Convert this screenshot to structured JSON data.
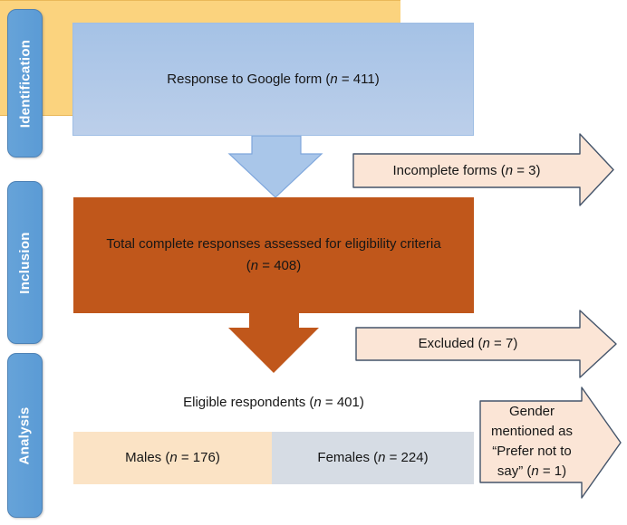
{
  "figure": {
    "type": "study flow diagram",
    "stages": [
      {
        "label": "Identification"
      },
      {
        "label": "Inclusion"
      },
      {
        "label": "Analysis"
      }
    ],
    "flow": {
      "top_box": {
        "before": "Response to Google form (",
        "n": "n",
        "after": " = 411)"
      },
      "incomplete_arrow": {
        "before": "Incomplete forms (",
        "n": "n",
        "after": " = 3)"
      },
      "middle_box": {
        "line1": "Total complete responses assessed for eligibility criteria",
        "before": "(",
        "n": "n",
        "after": " = 408)"
      },
      "excluded_arrow": {
        "before": "Excluded (",
        "n": "n",
        "after": " = 7)"
      },
      "eligible_box": {
        "before": "Eligible respondents (",
        "n": "n",
        "after": " = 401)"
      },
      "males_box": {
        "before": "Males (",
        "n": "n",
        "after": " = 176)"
      },
      "females_box": {
        "before": "Females (",
        "n": "n",
        "after": " = 224)"
      },
      "gender_arrow": {
        "before": "Gender mentioned as “Prefer not to say” (",
        "n": "n",
        "after": " = 1)"
      }
    },
    "counts": {
      "responses": 411,
      "incomplete": 3,
      "complete_assessed": 408,
      "excluded": 7,
      "eligible": 401,
      "males": 176,
      "females": 224,
      "prefer_not_to_say": 1
    },
    "colors": {
      "sidebar_fill": "#5B9BD5",
      "top_box_fill": "#AEC9E9",
      "middle_box_fill": "#C0571B",
      "gold_fill": "#FBD37E",
      "males_fill": "#FBE3C5",
      "females_fill": "#D6DCE4",
      "arrow_fill": "#FBE5D6",
      "arrow_border": "#44546A",
      "blue_arrow_fill": "#A9C6E9"
    }
  }
}
